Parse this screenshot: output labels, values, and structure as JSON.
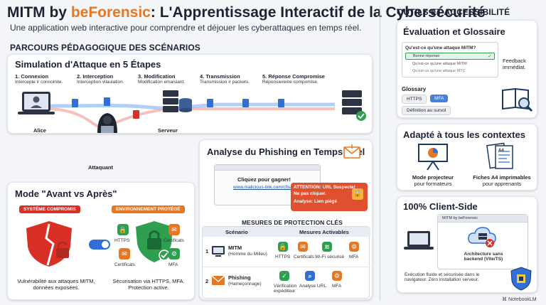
{
  "header": {
    "title_pre": "MITM by ",
    "title_brand": "beForensic",
    "title_post": ": L'Apprentissage Interactif de la Cybersécurité",
    "subtitle": "Une application web interactive pour comprendre et déjouer les cyberattaques en temps réel."
  },
  "left": {
    "section_title": "PARCOURS PÉDAGOGIQUE DES SCÉNARIOS",
    "simulation": {
      "title": "Simulation d'Attaque en 5 Étapes",
      "steps": [
        {
          "title": "1. Connexion",
          "desc": "Intercepte ir connoinite."
        },
        {
          "title": "2. Interception",
          "desc": "Interception vilaulation."
        },
        {
          "title": "3. Modification",
          "desc": "Modification emaisiant."
        },
        {
          "title": "4. Transmission",
          "desc": "Transmission ir packets."
        },
        {
          "title": "5. Réponse Compromise",
          "desc": "Réponsiereine compomise."
        }
      ],
      "actors": {
        "client": "Alice",
        "attacker": "Attaquant",
        "server": "Serveur"
      }
    },
    "mode": {
      "title": "Mode \"Avant vs Après\"",
      "compromised_label": "SYSTÈME COMPROMIS",
      "protected_label": "ENVIRONNEMENT PROTÉGÉ",
      "badges": [
        "HTTPS",
        "Certificats",
        "Certificats",
        "MFA"
      ],
      "before_caption_1": "Vulnérabilité aux attaques MITM,",
      "before_caption_2": "données exposées.",
      "after_caption_1": "Sécurisation via HTTPS, MFA.",
      "after_caption_2": "Protection active."
    },
    "phishing": {
      "title": "Analyse du Phishing en Temps Réel",
      "email_subject": "Cliquez pour gagner!",
      "email_link": "www.malicious-link.com/cfisal",
      "alert_line_1": "ATTENTION: URL Suspecte!",
      "alert_line_2": "Ne pas cliquer.",
      "alert_line_3": "Analyse: Lien piégé"
    },
    "measures": {
      "title": "MESURES DE PROTECTION CLÉS",
      "col_scenario": "Scénario",
      "col_measures": "Mesures Activables",
      "rows": [
        {
          "num": "1",
          "name": "MITM",
          "sub": "(Homme du Milieu)",
          "items": [
            "HTTPS",
            "Certificats",
            "Wi-Fi sécurisé",
            "MFA"
          ]
        },
        {
          "num": "2",
          "name": "Phishing",
          "sub": "(Hameçonnage)",
          "items": [
            "Vérification expéditeur",
            "Analyse URL",
            "MFA"
          ]
        }
      ]
    }
  },
  "right": {
    "section_title": "OUTILS ET ACCESSIBILITÉ",
    "eval": {
      "title": "Évaluation et Glossaire",
      "question": "Qu'est-ce qu'une attaque MITM?",
      "answers": [
        "Bonne réponse",
        "Qu'est-ce qu'une attaque MITM",
        "Qu'est-ce qu'une attaque MTC"
      ],
      "feedback_1": "Feedback",
      "feedback_2": "immédiat.",
      "glossary_title": "Glossary",
      "glossary_terms": [
        "HTTPS",
        "MFA"
      ],
      "glossary_hint": "Définition au survol"
    },
    "contexts": {
      "title": "Adapté à tous les contextes",
      "projector_1": "Mode projecteur",
      "projector_2": "pour formateurs",
      "sheets_1": "Fiches A4 imprimables",
      "sheets_2": "pour apprenants",
      "sheet_tag": "A4"
    },
    "client": {
      "title": "100% Client-Side",
      "browser_tab": "MITM by beForensic",
      "arch_1": "Architecture sans",
      "arch_2": "backend (Vite/TS)",
      "caption_1": "Exécution fluide et sécurisée dans le",
      "caption_2": "navigateur. Zéro installation serveur."
    }
  },
  "footer": {
    "brand": "NotebookLM"
  },
  "colors": {
    "accent": "#e87722",
    "danger": "#d93025",
    "success": "#2e9e4f",
    "primary": "#2f6fd6",
    "navy": "#1f3a5f"
  }
}
